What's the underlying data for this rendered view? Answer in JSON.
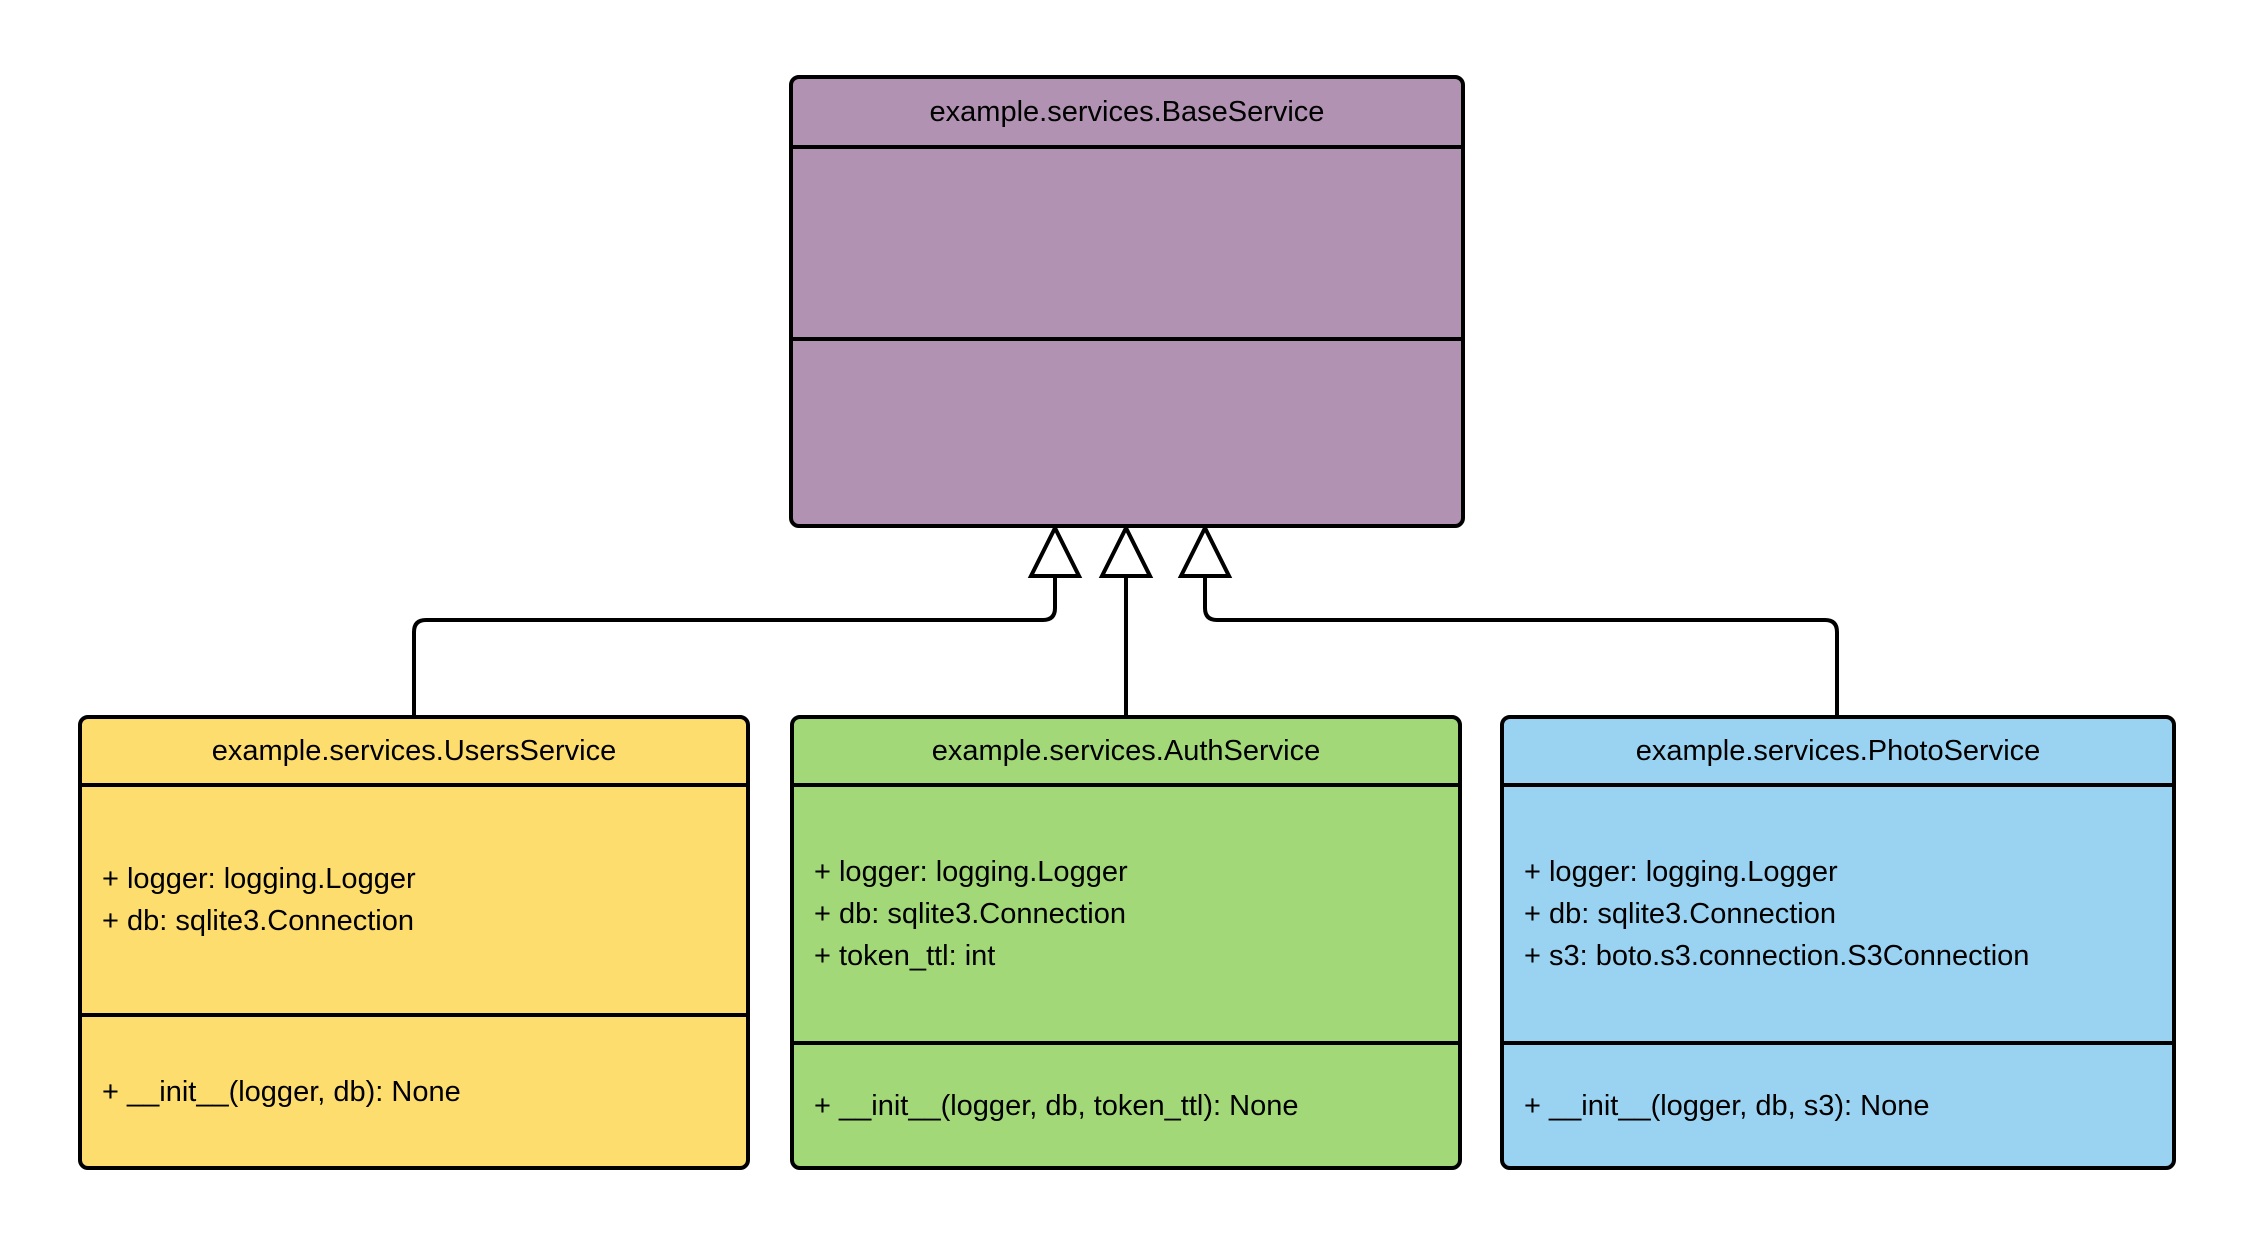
{
  "diagram": {
    "type": "uml-class-diagram",
    "background_color": "#ffffff",
    "line_color": "#000000"
  },
  "classes": {
    "base": {
      "title": "example.services.BaseService",
      "fill_color": "#b192b2",
      "attributes": [],
      "methods": []
    },
    "users": {
      "title": "example.services.UsersService",
      "fill_color": "#fddd6e",
      "attributes": [
        "+ logger: logging.Logger",
        "+ db: sqlite3.Connection"
      ],
      "methods": [
        "+ __init__(logger, db): None"
      ]
    },
    "auth": {
      "title": "example.services.AuthService",
      "fill_color": "#a2d877",
      "attributes": [
        "+ logger: logging.Logger",
        "+ db: sqlite3.Connection",
        "+ token_ttl: int"
      ],
      "methods": [
        "+ __init__(logger, db, token_ttl): None"
      ]
    },
    "photo": {
      "title": "example.services.PhotoService",
      "fill_color": "#9ad2f2",
      "attributes": [
        "+ logger: logging.Logger",
        "+ db: sqlite3.Connection",
        "+ s3: boto.s3.connection.S3Connection"
      ],
      "methods": [
        "+ __init__(logger, db, s3): None"
      ]
    }
  },
  "relations": [
    {
      "from": "example.services.UsersService",
      "to": "example.services.BaseService",
      "type": "inheritance"
    },
    {
      "from": "example.services.AuthService",
      "to": "example.services.BaseService",
      "type": "inheritance"
    },
    {
      "from": "example.services.PhotoService",
      "to": "example.services.BaseService",
      "type": "inheritance"
    }
  ]
}
